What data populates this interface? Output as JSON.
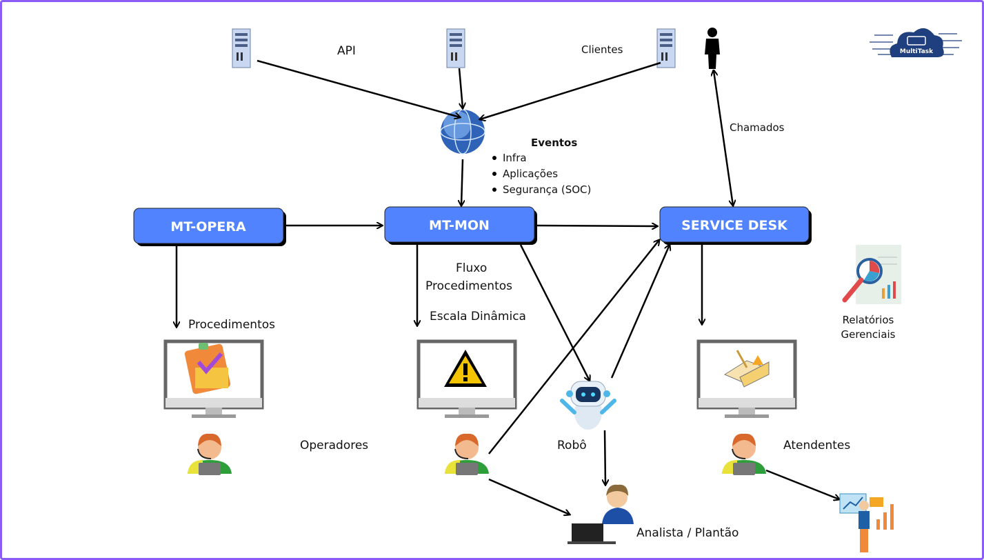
{
  "nodes": {
    "mt_opera": "MT-OPERA",
    "mt_mon": "MT-MON",
    "service_desk": "SERVICE DESK"
  },
  "labels": {
    "api": "API",
    "clientes": "Clientes",
    "chamados": "Chamados",
    "eventos_title": "Eventos",
    "eventos_items": [
      "Infra",
      "Aplicações",
      "Segurança (SOC)"
    ],
    "fluxo_line1": "Fluxo",
    "fluxo_line2": "Procedimentos",
    "procedimentos": "Procedimentos",
    "escala": "Escala Dinâmica",
    "relatorios_line1": "Relatórios",
    "relatorios_line2": "Gerenciais",
    "operadores": "Operadores",
    "robo": "Robô",
    "atendentes": "Atendentes",
    "analista": "Analista / Plantão"
  },
  "logo": {
    "text": "MultiTask"
  },
  "colors": {
    "box": "#5283ff",
    "border": "#8b5cf6",
    "logo": "#1f3f7f"
  }
}
